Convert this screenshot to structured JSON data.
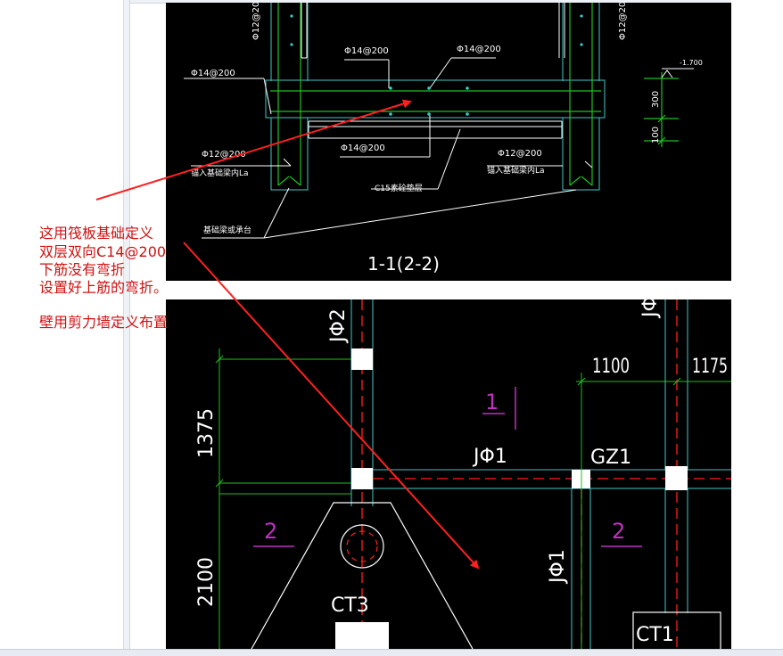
{
  "colors": {
    "cad_bg": "#000000",
    "cyan": "#40c8c8",
    "green": "#20c020",
    "white": "#ffffff",
    "magenta": "#c030c0",
    "red": "#ff2020",
    "annotation": "#d01010"
  },
  "section_drawing": {
    "title": "1-1(2-2)",
    "labels": {
      "rebar_top_left": "Φ14@200",
      "rebar_top_right": "Φ14@200",
      "rebar_bottom": "Φ14@200",
      "side_left_outer": "Φ14@200",
      "wall_left_vertical": "Φ12@200",
      "wall_right_vertical": "Φ12@200",
      "anchor_left_bar": "Φ12@200",
      "anchor_left_text": "锚入基础梁内La",
      "anchor_right_bar": "Φ12@200",
      "anchor_right_text": "锚入基础梁内La",
      "cushion": "C15素砼垫层",
      "base_note": "基础梁或承台",
      "elevation": "-1.700",
      "dim_300": "300",
      "dim_100": "100"
    }
  },
  "plan_drawing": {
    "labels": {
      "beam_top_left": "JΦ2",
      "beam_top_right": "JΦ",
      "dim_1100": "1100",
      "dim_1175": "1175",
      "dim_1375": "1375",
      "dim_2100": "2100",
      "beam_horizontal": "JΦ1",
      "column_gz1": "GZ1",
      "beam_vertical": "JΦ1",
      "pile_cap_ct3": "CT3",
      "pile_cap_ct1": "CT1",
      "section_mark_1": "1",
      "section_mark_2_left": "2",
      "section_mark_2_right": "2"
    }
  },
  "annotation": {
    "line1": "这用筏板基础定义",
    "line2": "双层双向C14@200",
    "line3": "下筋没有弯折",
    "line4": "设置好上筋的弯折。",
    "line5": "壁用剪力墙定义布置"
  }
}
